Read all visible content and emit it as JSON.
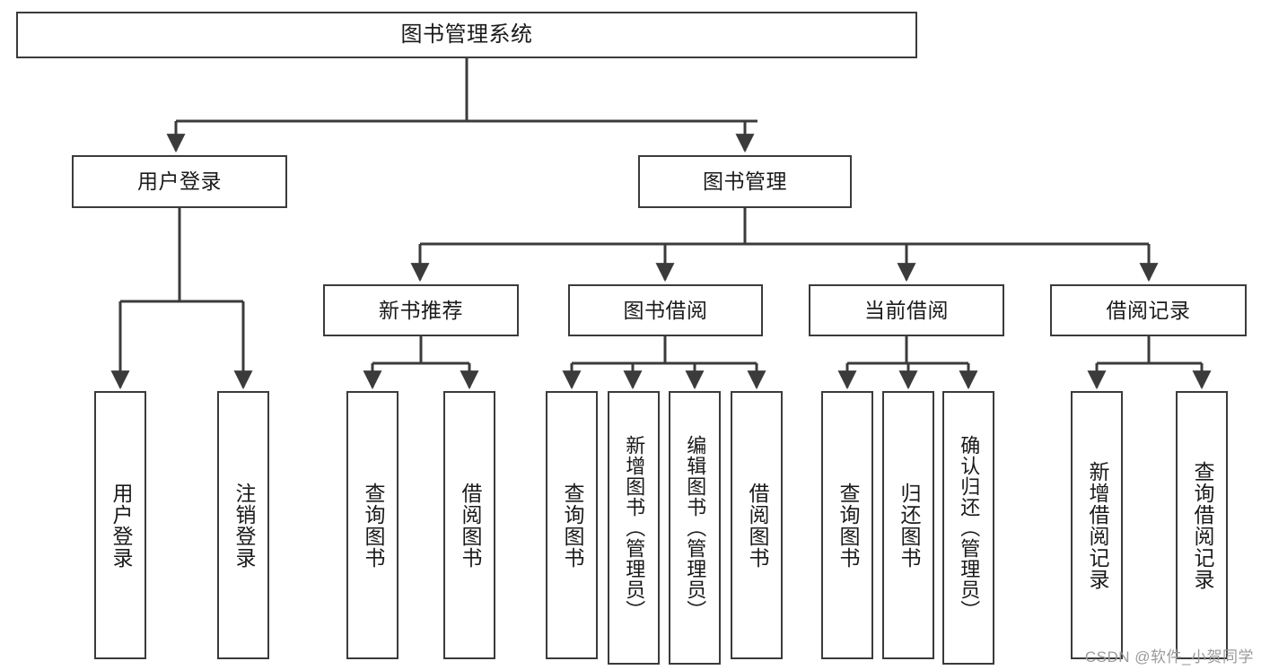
{
  "diagram": {
    "type": "tree-hierarchy",
    "title": "图书管理系统",
    "stroke_color": "#3b3b3b",
    "text_color": "#1a1a1a",
    "background_color": "#ffffff"
  },
  "nodes": {
    "root": {
      "label": "图书管理系统"
    },
    "level2": [
      {
        "label": "用户登录"
      },
      {
        "label": "图书管理"
      }
    ],
    "level3": [
      {
        "label": "新书推荐"
      },
      {
        "label": "图书借阅"
      },
      {
        "label": "当前借阅"
      },
      {
        "label": "借阅记录"
      }
    ],
    "leaves_user_login": [
      {
        "label": "用户登录"
      },
      {
        "label": "注销登录"
      }
    ],
    "leaves_new_book": [
      {
        "label": "查询图书"
      },
      {
        "label": "借阅图书"
      }
    ],
    "leaves_borrow_book": [
      {
        "label": "查询图书"
      },
      {
        "label": "新增图书（管理员）"
      },
      {
        "label": "编辑图书（管理员）"
      },
      {
        "label": "借阅图书"
      }
    ],
    "leaves_current_borrow": [
      {
        "label": "查询图书"
      },
      {
        "label": "归还图书"
      },
      {
        "label": "确认归还（管理员）"
      }
    ],
    "leaves_borrow_record": [
      {
        "label": "新增借阅记录"
      },
      {
        "label": "查询借阅记录"
      }
    ]
  },
  "watermark": {
    "text": "CSDN @软件_小贺同学"
  }
}
